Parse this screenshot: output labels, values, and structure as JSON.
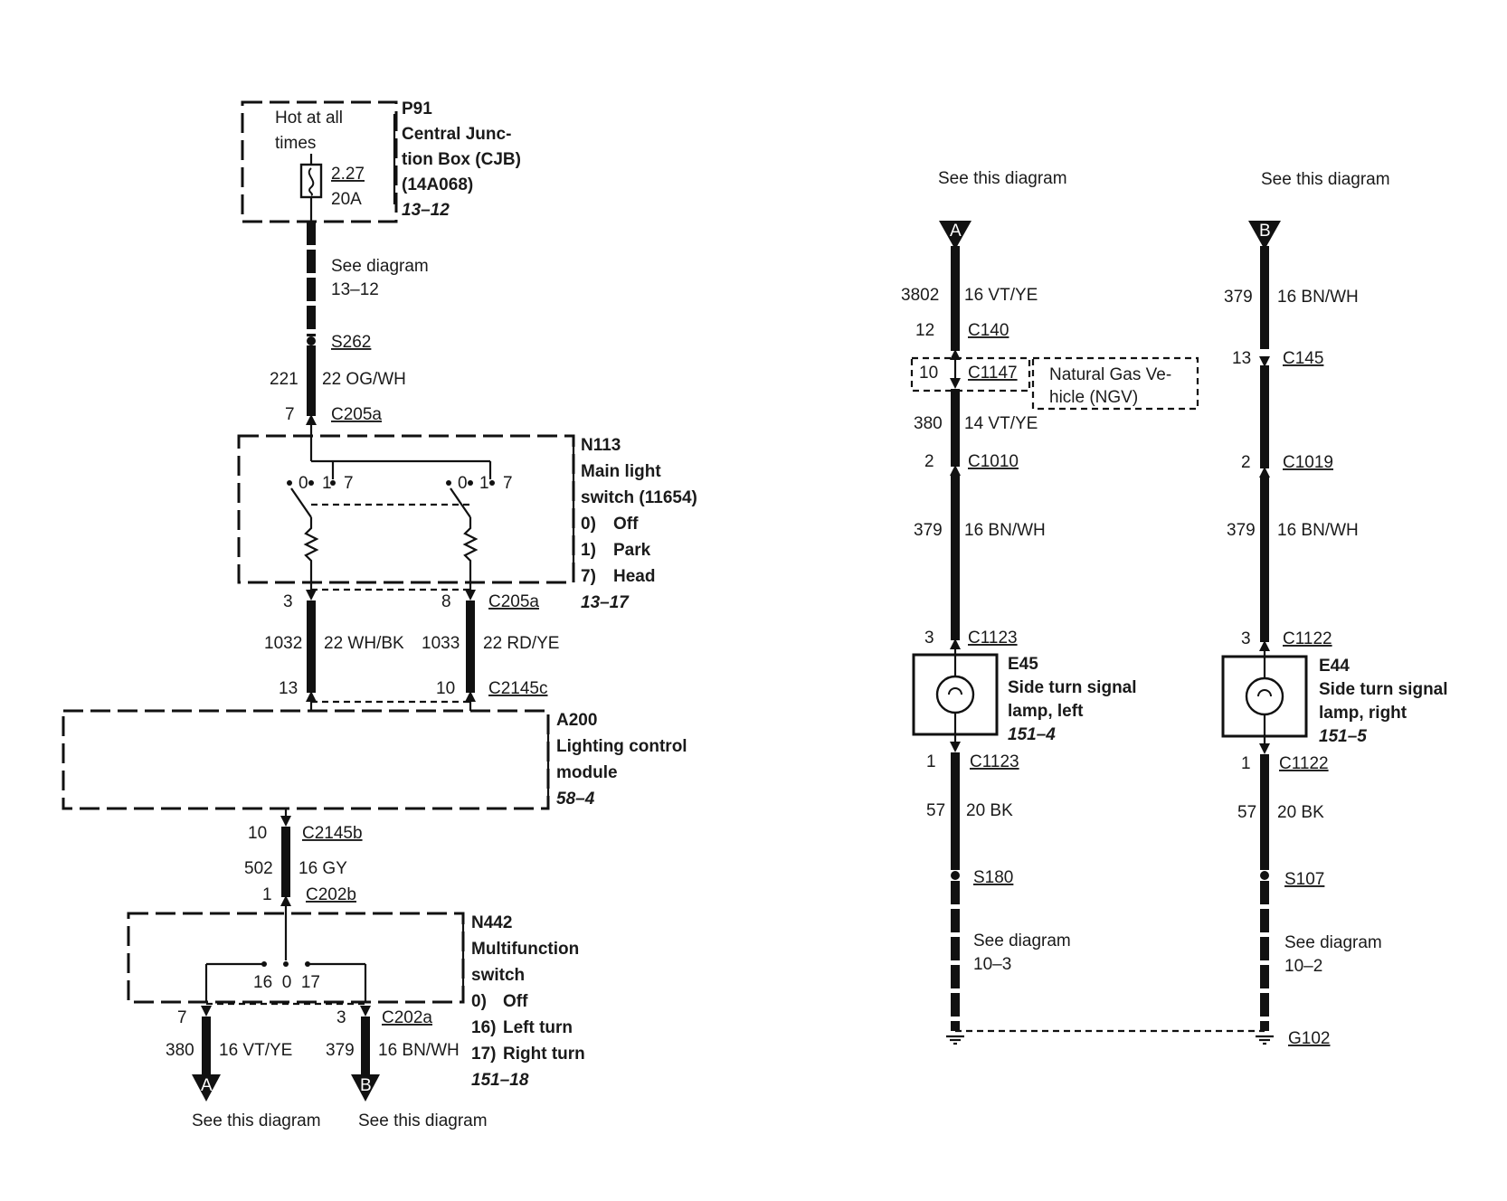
{
  "p91": {
    "ref": "P91",
    "name_line1": "Central Junc-",
    "name_line2": "tion Box (CJB)",
    "part": "(14A068)",
    "page": "13–12",
    "hot_line1": "Hot at all",
    "hot_line2": "times",
    "fuse_num": "2.27",
    "fuse_amp": "20A"
  },
  "see_13_12": {
    "line1": "See diagram",
    "line2": "13–12"
  },
  "splice_s262": "S262",
  "wire_221": {
    "circuit": "221",
    "spec": "22 OG/WH"
  },
  "c205a_top": {
    "pin": "7",
    "name": "C205a"
  },
  "n113": {
    "ref": "N113",
    "name_line1": "Main light",
    "name_line2": "switch (11654)",
    "pos0": "0)",
    "pos0_label": "Off",
    "pos1": "1)",
    "pos1_label": "Park",
    "pos7": "7)",
    "pos7_label": "Head",
    "page": "13–17",
    "contact0": "0",
    "contact1": "1",
    "contact7": "7"
  },
  "c205a_bottom": {
    "pin_left": "3",
    "pin_right": "8",
    "name": "C205a"
  },
  "wire_1032": {
    "circuit": "1032",
    "spec": "22 WH/BK"
  },
  "wire_1033": {
    "circuit": "1033",
    "spec": "22 RD/YE"
  },
  "c2145c": {
    "pin_left": "13",
    "pin_right": "10",
    "name": "C2145c"
  },
  "a200": {
    "ref": "A200",
    "name_line1": "Lighting control",
    "name_line2": "module",
    "page": "58–4"
  },
  "c2145b": {
    "pin": "10",
    "name": "C2145b"
  },
  "wire_502": {
    "circuit": "502",
    "spec": "16 GY"
  },
  "c202b": {
    "pin": "1",
    "name": "C202b"
  },
  "n442": {
    "ref": "N442",
    "name_line1": "Multifunction",
    "name_line2": "switch",
    "pos0": "0)",
    "pos0_label": "Off",
    "pos16": "16)",
    "pos16_label": "Left turn",
    "pos17": "17)",
    "pos17_label": "Right turn",
    "page": "151–18",
    "contacts": "16  0  17"
  },
  "c202a": {
    "pin_left": "7",
    "pin_right": "3",
    "name": "C202a"
  },
  "wire_380_bottom": {
    "circuit": "380",
    "spec": "16 VT/YE"
  },
  "wire_379_bottom": {
    "circuit": "379",
    "spec": "16 BN/WH"
  },
  "arrow_a_label": "A",
  "arrow_b_label": "B",
  "see_this_diagram": "See this diagram",
  "left_branch": {
    "wire_3802": {
      "circuit": "3802",
      "spec": "16 VT/YE"
    },
    "c140": {
      "pin": "12",
      "name": "C140"
    },
    "c1147": {
      "pin": "10",
      "name": "C1147"
    },
    "ngv_line1": "Natural Gas Ve-",
    "ngv_line2": "hicle (NGV)",
    "wire_380": {
      "circuit": "380",
      "spec": "14 VT/YE"
    },
    "c1010": {
      "pin": "2",
      "name": "C1010"
    },
    "wire_379": {
      "circuit": "379",
      "spec": "16 BN/WH"
    },
    "c1123_top": {
      "pin": "3",
      "name": "C1123"
    },
    "lamp": {
      "ref": "E45",
      "name_line1": "Side turn signal",
      "name_line2": "lamp, left",
      "page": "151–4"
    },
    "c1123_bottom": {
      "pin": "1",
      "name": "C1123"
    },
    "wire_57": {
      "circuit": "57",
      "spec": "20 BK"
    },
    "splice": "S180",
    "see": {
      "line1": "See diagram",
      "line2": "10–3"
    }
  },
  "right_branch": {
    "wire_379a": {
      "circuit": "379",
      "spec": "16 BN/WH"
    },
    "c145": {
      "pin": "13",
      "name": "C145"
    },
    "c1019": {
      "pin": "2",
      "name": "C1019"
    },
    "wire_379b": {
      "circuit": "379",
      "spec": "16 BN/WH"
    },
    "c1122_top": {
      "pin": "3",
      "name": "C1122"
    },
    "lamp": {
      "ref": "E44",
      "name_line1": "Side turn signal",
      "name_line2": "lamp, right",
      "page": "151–5"
    },
    "c1122_bottom": {
      "pin": "1",
      "name": "C1122"
    },
    "wire_57": {
      "circuit": "57",
      "spec": "20 BK"
    },
    "splice": "S107",
    "see": {
      "line1": "See diagram",
      "line2": "10–2"
    }
  },
  "ground": "G102"
}
